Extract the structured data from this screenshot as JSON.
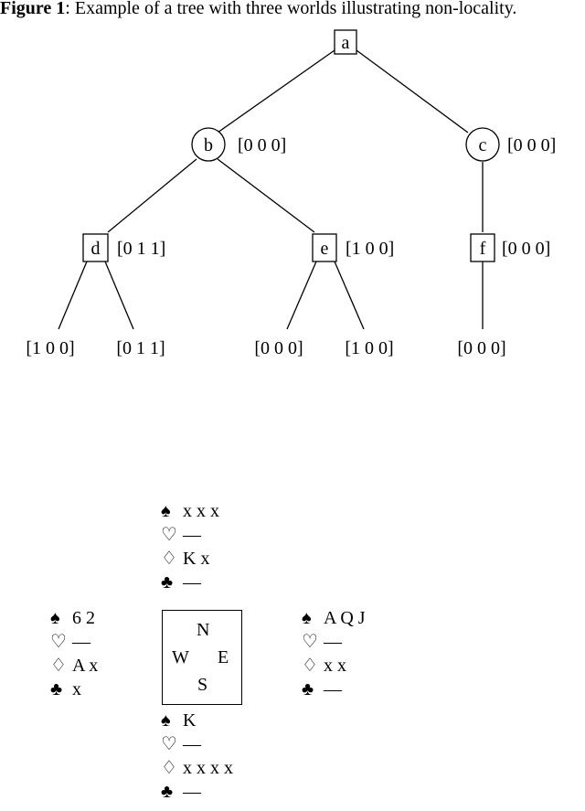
{
  "figure": {
    "caption_label": "Figure 1",
    "caption_text": ": Example of a tree with three worlds illustrating non-locality."
  },
  "tree": {
    "nodes": {
      "a": {
        "label": "a",
        "shape": "square",
        "vector": ""
      },
      "b": {
        "label": "b",
        "shape": "circle",
        "vector": "[0 0 0]"
      },
      "c": {
        "label": "c",
        "shape": "circle",
        "vector": "[0 0 0]"
      },
      "d": {
        "label": "d",
        "shape": "square",
        "vector": "[0 1 1]"
      },
      "e": {
        "label": "e",
        "shape": "square",
        "vector": "[1 0 0]"
      },
      "f": {
        "label": "f",
        "shape": "square",
        "vector": "[0 0 0]"
      }
    },
    "leaves": {
      "d_left": "[1 0 0]",
      "d_right": "[0 1 1]",
      "e_left": "[0 0 0]",
      "e_right": "[1 0 0]",
      "f_child": "[0 0 0]"
    }
  },
  "suits": {
    "spades": "♠",
    "hearts": "♡",
    "diamonds": "♢",
    "clubs": "♣"
  },
  "hands": {
    "north": {
      "spades": "x x x",
      "hearts": "—",
      "diamonds": "K x",
      "clubs": "—"
    },
    "west": {
      "spades": "6 2",
      "hearts": "—",
      "diamonds": "A x",
      "clubs": "x"
    },
    "east": {
      "spades": "A Q J",
      "hearts": "—",
      "diamonds": "x x",
      "clubs": "—"
    },
    "south": {
      "spades": "K",
      "hearts": "—",
      "diamonds": "x x x x",
      "clubs": "—"
    }
  },
  "compass": {
    "n": "N",
    "w": "W",
    "e": "E",
    "s": "S"
  }
}
